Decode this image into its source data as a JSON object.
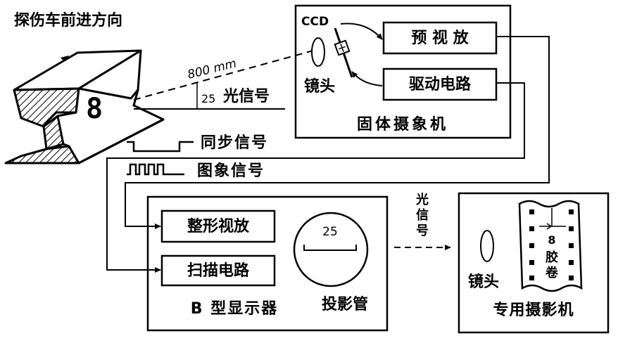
{
  "header": {
    "direction_label": "探伤车前进方向"
  },
  "rail": {
    "mark": "8",
    "distance_label": "800 mm",
    "offset_label": "25",
    "light_signal_label": "光信号"
  },
  "camera_unit": {
    "title": "固体摄象机",
    "ccd_label": "CCD",
    "lens_label": "镜头",
    "preamp_label": "预 视 放",
    "driver_label": "驱动电路"
  },
  "signals": {
    "sync_label": "同步信号",
    "image_label": "图象信号"
  },
  "display_unit": {
    "title": "B 型显示器",
    "shaping_label": "整形视放",
    "scan_label": "扫描电路",
    "tube_label": "投影管",
    "tube_value": "25"
  },
  "light_path": {
    "chars": [
      "光",
      "信",
      "号"
    ]
  },
  "film_camera": {
    "title": "专用摄影机",
    "lens_label": "镜头",
    "film_mark": "8",
    "film_chars": [
      "胶",
      "卷"
    ]
  }
}
